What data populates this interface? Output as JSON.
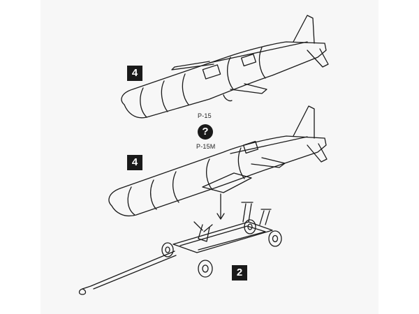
{
  "callouts": {
    "step_upper_missile": "4",
    "step_lower_missile": "4",
    "step_trolley": "2"
  },
  "variant_choice": {
    "option_top": "P-15",
    "symbol": "?",
    "option_bottom": "P-15M"
  },
  "colors": {
    "line": "#1a1a1a",
    "paper": "#f7f7f7",
    "callout_fill": "#1a1a1a"
  }
}
